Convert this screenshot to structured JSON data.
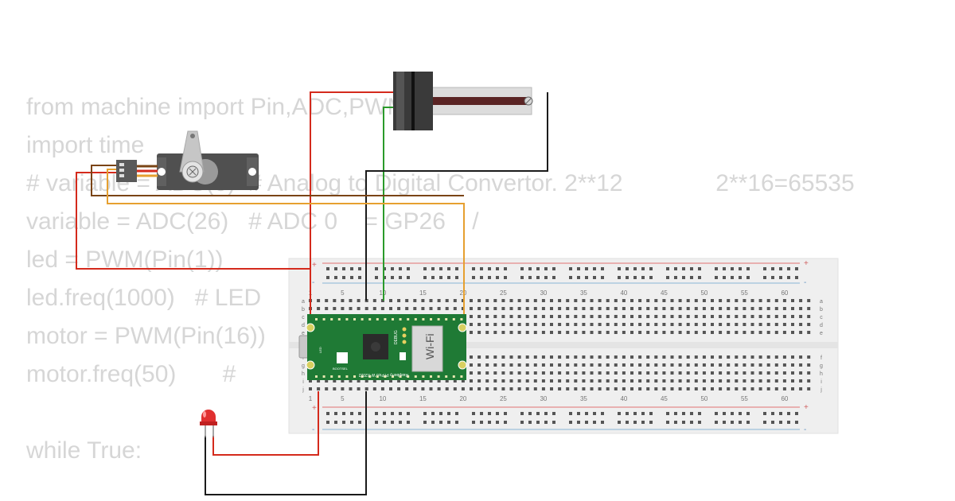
{
  "code": {
    "lines": [
      "from machine import Pin,ADC,PWM",
      "import time",
      "# variable = ADC(0)  # Analog to Digital Convertor. 2**12              2**16=65535",
      "variable = ADC(26)   # ADC 0    = GP26    /",
      "led = PWM(Pin(1))",
      "led.freq(1000)   # LED",
      "motor = PWM(Pin(16))",
      "motor.freq(50)       #",
      "",
      "while True:"
    ]
  },
  "breadboard": {
    "column_numbers": [
      "1",
      "5",
      "10",
      "15",
      "20",
      "25",
      "30",
      "35",
      "40",
      "45",
      "50",
      "55",
      "60"
    ],
    "row_letters_top": [
      "a",
      "b",
      "c",
      "d",
      "e"
    ],
    "row_letters_bottom": [
      "f",
      "g",
      "h",
      "i",
      "j"
    ],
    "rail_plus": "+",
    "rail_minus": "-"
  },
  "pico": {
    "wifi_label": "Wi-Fi",
    "model_label": "Raspberry Pi Pico W ©2022",
    "debug_label": "DEBUG",
    "bootsel_label": "BOOTSEL",
    "board_color": "#1f7a35"
  },
  "wires": {
    "red": "#d42a1c",
    "black": "#1b1b1b",
    "green": "#2a9a2a",
    "orange": "#e6a030",
    "brown": "#7a4416"
  },
  "components": {
    "servo_body": "#505050",
    "led_color": "#e03030",
    "slider_track": "#5a2424"
  }
}
